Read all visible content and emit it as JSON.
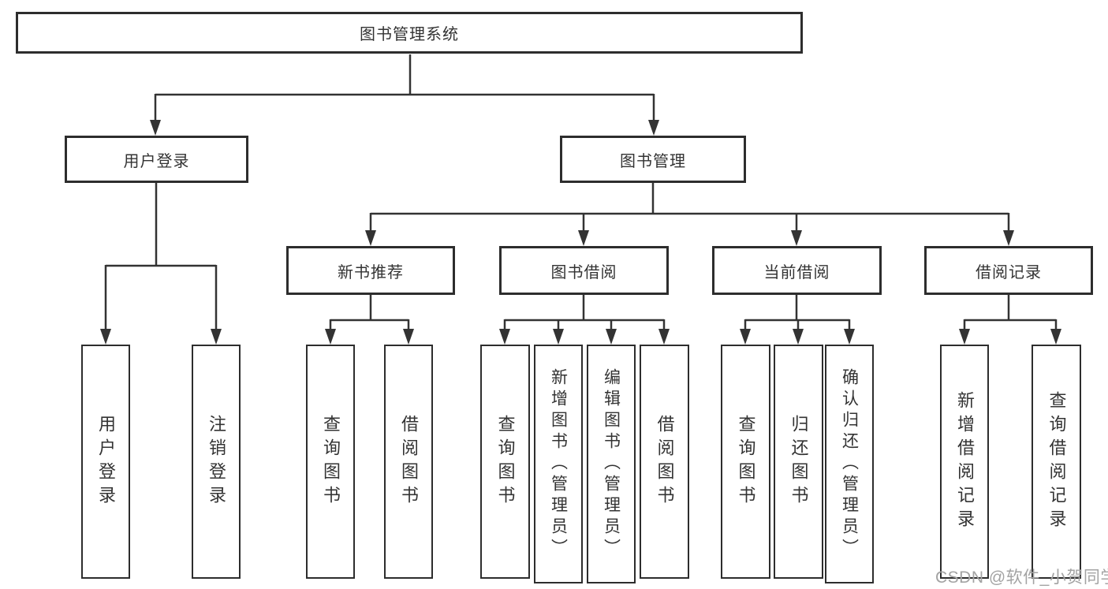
{
  "colors": {
    "background": "#ffffff",
    "box_border": "#2d2d2d",
    "line": "#333333",
    "text": "#333333",
    "watermark": "#a3a3a3"
  },
  "watermark": "CSDN @软件_小贺同学",
  "tree": {
    "root": {
      "label": "图书管理系统",
      "children": [
        {
          "label": "用户登录",
          "children": [
            {
              "label": "用户登录"
            },
            {
              "label": "注销登录"
            }
          ]
        },
        {
          "label": "图书管理",
          "children": [
            {
              "label": "新书推荐",
              "children": [
                {
                  "label": "查询图书"
                },
                {
                  "label": "借阅图书"
                }
              ]
            },
            {
              "label": "图书借阅",
              "children": [
                {
                  "label": "查询图书"
                },
                {
                  "label": "新增图书（管理员）"
                },
                {
                  "label": "编辑图书（管理员）"
                },
                {
                  "label": "借阅图书"
                }
              ]
            },
            {
              "label": "当前借阅",
              "children": [
                {
                  "label": "查询图书"
                },
                {
                  "label": "归还图书"
                },
                {
                  "label": "确认归还（管理员）"
                }
              ]
            },
            {
              "label": "借阅记录",
              "children": [
                {
                  "label": "新增借阅记录"
                },
                {
                  "label": "查询借阅记录"
                }
              ]
            }
          ]
        }
      ]
    }
  }
}
